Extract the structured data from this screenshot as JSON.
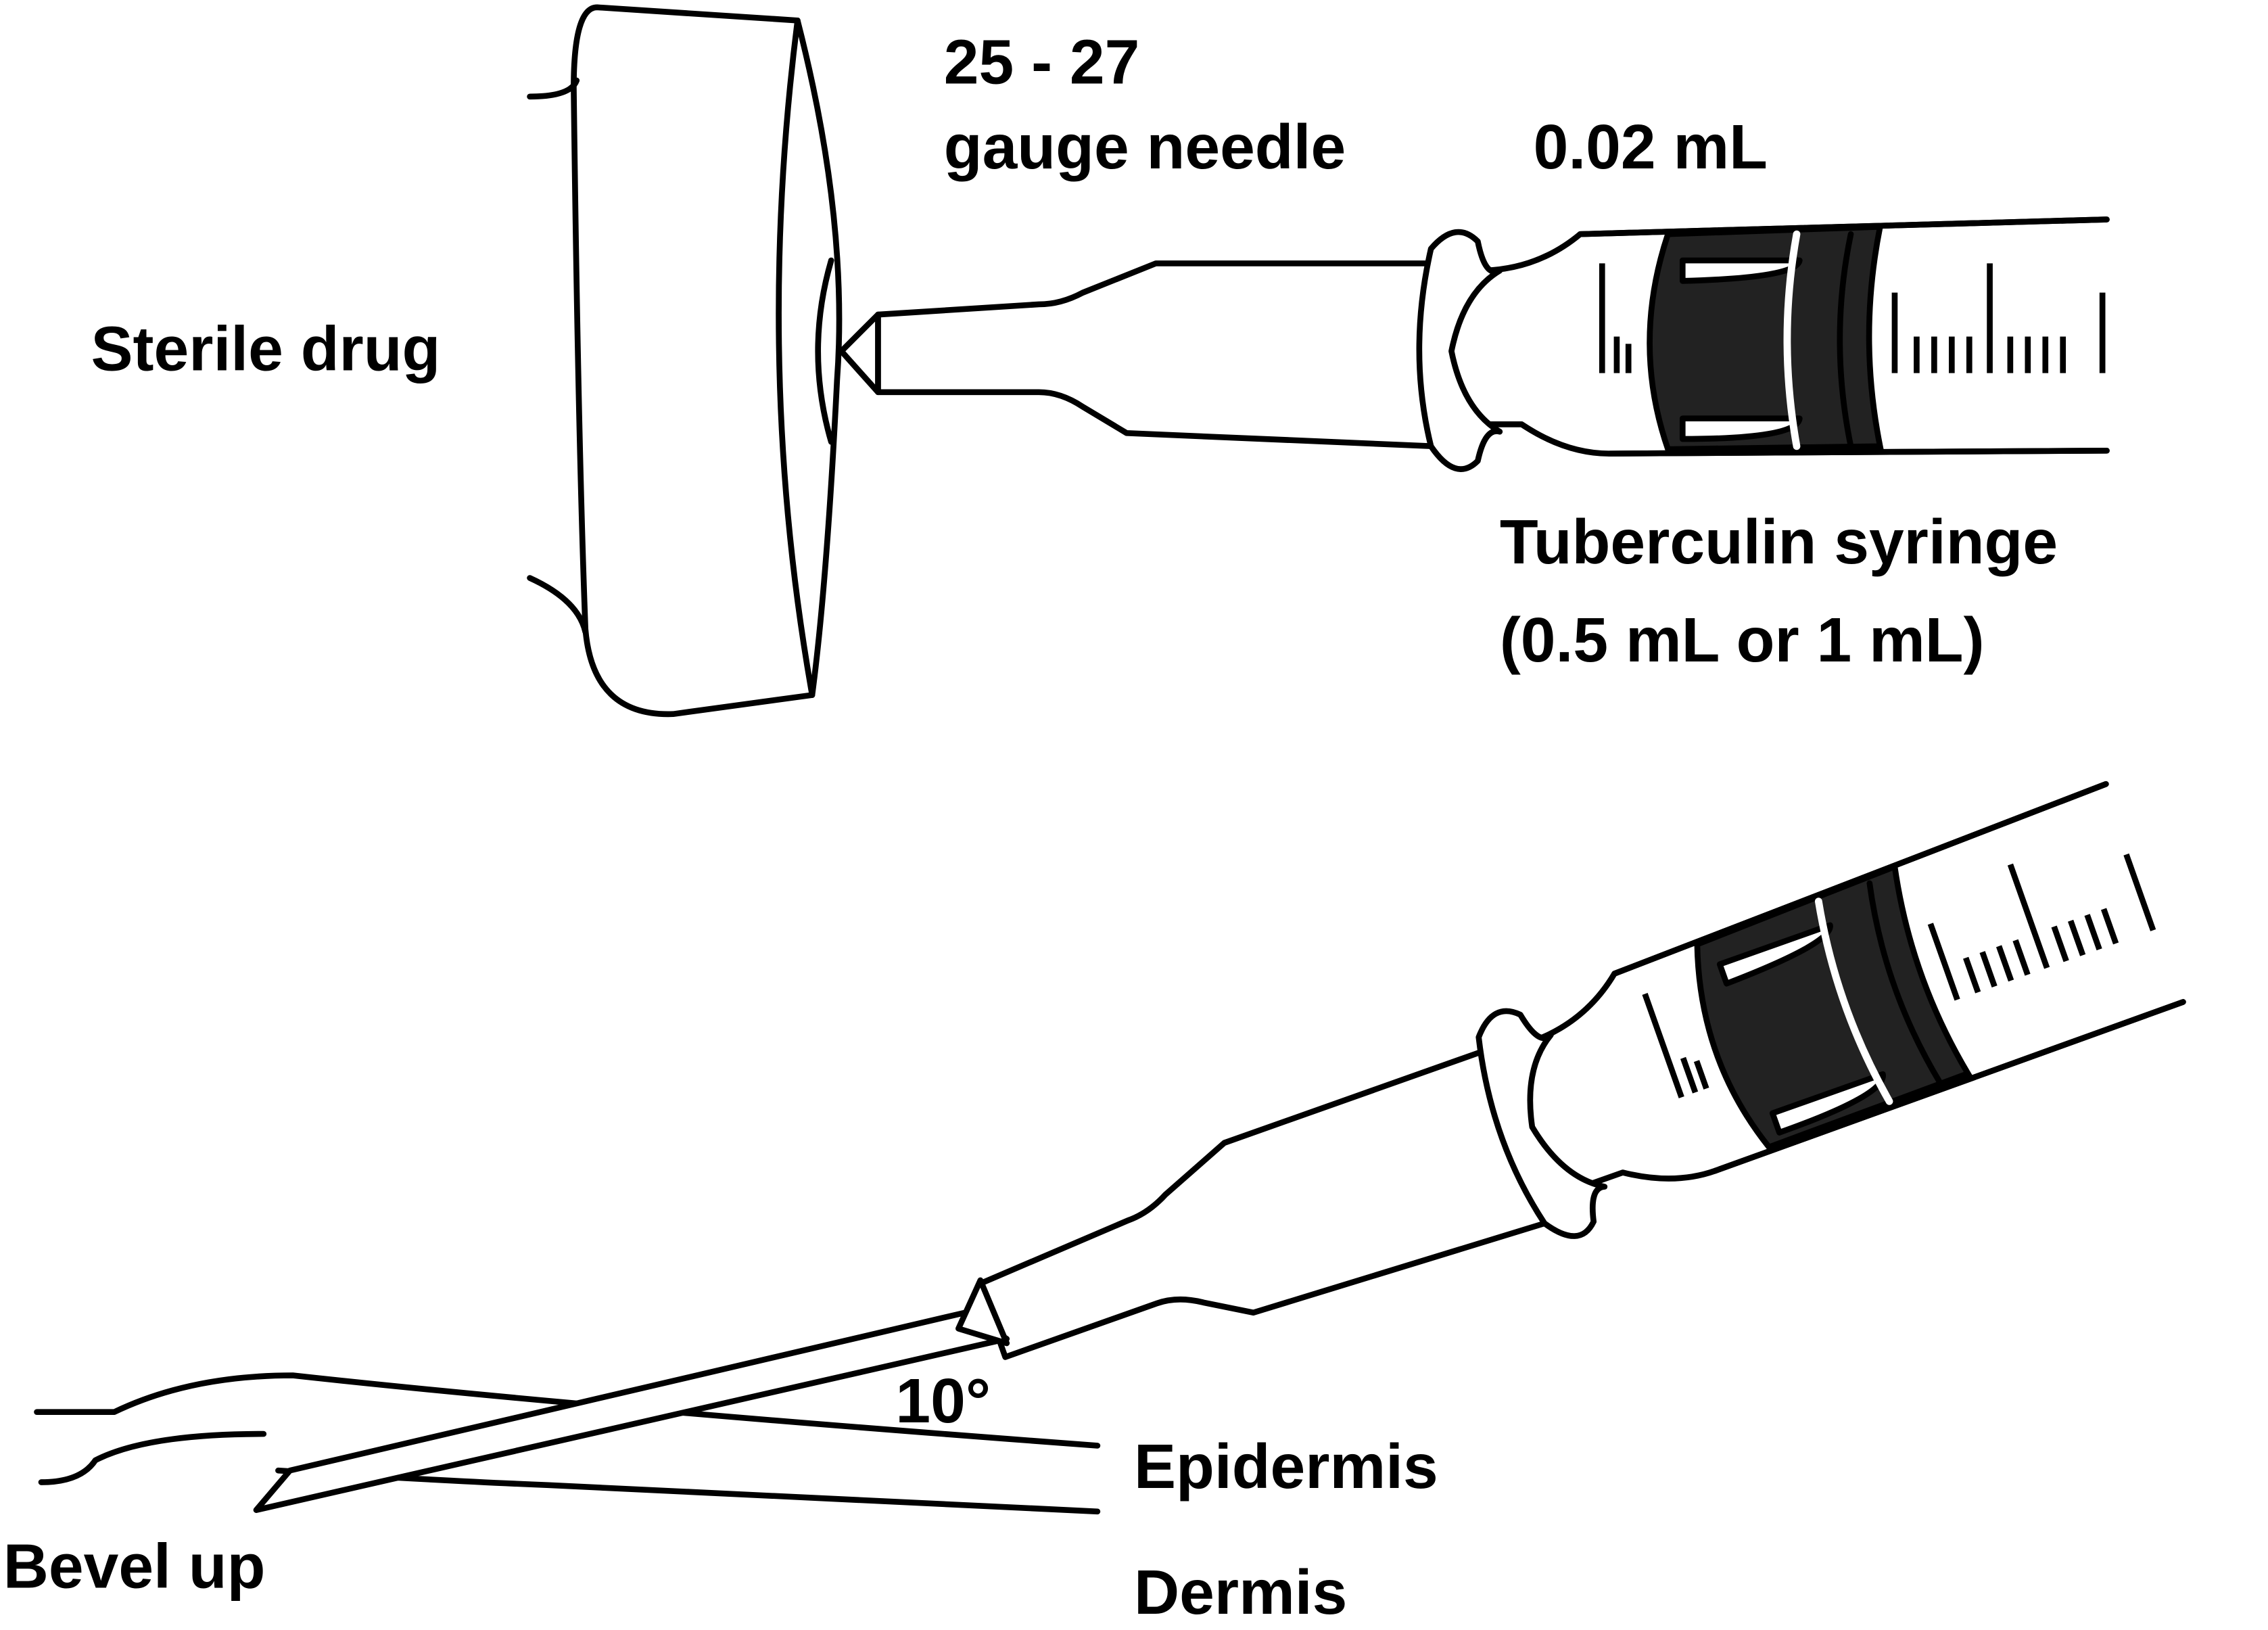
{
  "labels": {
    "gauge_range": "25 - 27",
    "gauge_needle": "gauge needle",
    "volume": "0.02 mL",
    "sterile_drug": "Sterile drug",
    "syringe_type": "Tuberculin syringe",
    "syringe_size": "(0.5 mL or 1 mL)",
    "angle": "10°",
    "epidermis": "Epidermis",
    "dermis": "Dermis",
    "bevel": "Bevel up"
  },
  "colors": {
    "line": "#000000",
    "plunger": "#222222",
    "background": "#ffffff"
  }
}
